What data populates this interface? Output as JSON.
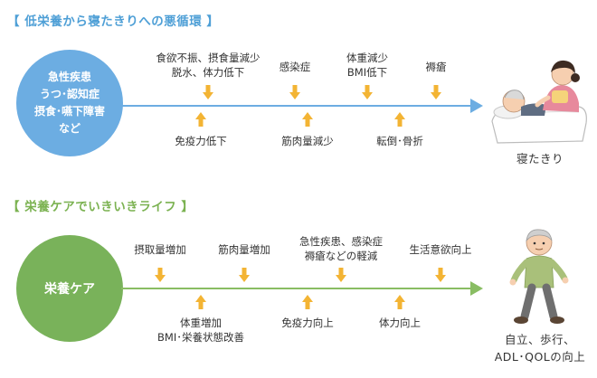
{
  "colors": {
    "blue_heading": "#4e9fd6",
    "blue_circle": "#6cade2",
    "blue_line": "#6cade2",
    "green_heading": "#7bb251",
    "green_circle": "#79b25a",
    "green_line": "#89bd63",
    "arrow_orange": "#f3b434"
  },
  "section1": {
    "heading": {
      "open": "【",
      "title": "低栄養から寝たきりへの悪循環",
      "close": "】"
    },
    "circle_lines": [
      "急性疾患",
      "うつ･認知症",
      "摂食･嚥下障害",
      "など"
    ],
    "top_labels": [
      {
        "lines": [
          "食欲不振、摂食量減少",
          "脱水、体力低下"
        ]
      },
      {
        "lines": [
          "感染症"
        ]
      },
      {
        "lines": [
          "体重減少",
          "BMI低下"
        ]
      },
      {
        "lines": [
          "褥瘡"
        ]
      }
    ],
    "bottom_labels": [
      {
        "lines": [
          "免疫力低下"
        ]
      },
      {
        "lines": [
          "筋肉量減少"
        ]
      },
      {
        "lines": [
          "転倒･骨折"
        ]
      }
    ],
    "result_lines": [
      "寝たきり"
    ],
    "illustration_icon": "bedridden-patient-with-caregiver-illustration"
  },
  "section2": {
    "heading": {
      "open": "【",
      "title": "栄養ケアでいきいきライフ",
      "close": "】"
    },
    "circle_lines": [
      "栄養ケア"
    ],
    "top_labels": [
      {
        "lines": [
          "摂取量増加"
        ]
      },
      {
        "lines": [
          "筋肉量増加"
        ]
      },
      {
        "lines": [
          "急性疾患、感染症",
          "褥瘡などの軽減"
        ]
      },
      {
        "lines": [
          "生活意欲向上"
        ]
      }
    ],
    "bottom_labels": [
      {
        "lines": [
          "体重増加",
          "BMI･栄養状態改善"
        ]
      },
      {
        "lines": [
          "免疫力向上"
        ]
      },
      {
        "lines": [
          "体力向上"
        ]
      }
    ],
    "result_lines": [
      "自立、歩行、",
      "ADL･QOLの向上"
    ],
    "illustration_icon": "walking-elderly-man-illustration"
  }
}
